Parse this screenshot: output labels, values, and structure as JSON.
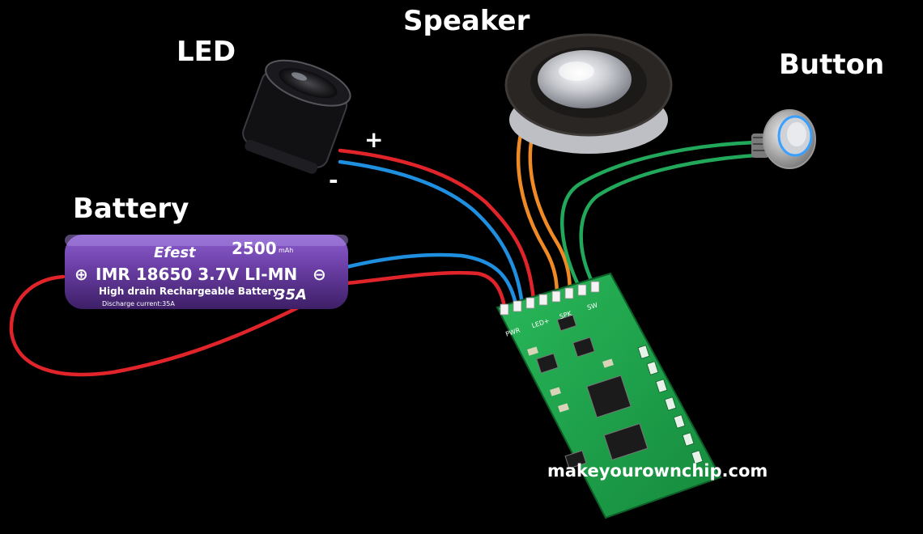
{
  "labels": {
    "led": "LED",
    "speaker": "Speaker",
    "button": "Button",
    "battery": "Battery",
    "led_plus": "+",
    "led_minus": "-",
    "credit": "makeyourownchip.com"
  },
  "battery_print": {
    "brand": "Efest",
    "capacity": "2500",
    "capacity_unit": "mAh",
    "model": "IMR 18650 3.7V LI-MN",
    "desc": "High drain Rechargeable Battery",
    "current": "35A",
    "discharge": "Discharge current:35A"
  },
  "board_pins": {
    "pwr": "PWR",
    "led": "LED+",
    "spk": "SPK",
    "sw": "SW"
  },
  "colors": {
    "background": "#000000",
    "wire_red": "#e0242a",
    "wire_blue": "#1f8fe0",
    "wire_orange": "#f08a24",
    "wire_green": "#22a85a",
    "battery_purple": "#6b3fa0",
    "pcb_green": "#1fa84a"
  },
  "icons": [
    "led-icon",
    "speaker-icon",
    "button-icon",
    "battery-icon",
    "circuit-board-icon"
  ]
}
